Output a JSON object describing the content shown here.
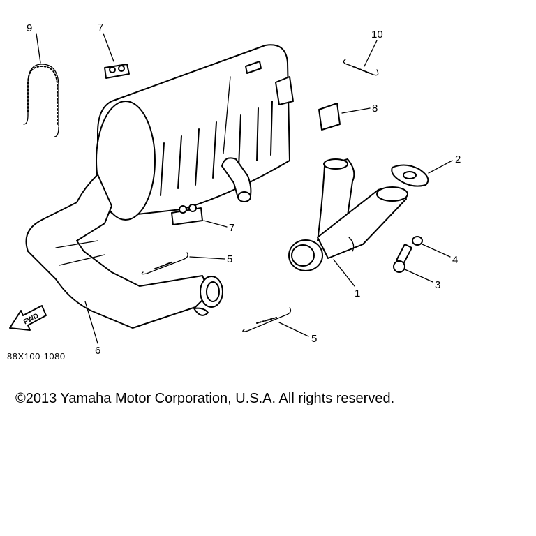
{
  "diagram": {
    "ref_code": "88X100-1080",
    "fwd_label": "FWD",
    "callouts": {
      "spring_long": "9",
      "bracket_top": "7",
      "spring_top_right": "10",
      "damper_right": "8",
      "gasket": "2",
      "bracket_lower": "7",
      "spring_middle": "5",
      "washer": "4",
      "bolt": "3",
      "exhaust_pipe": "1",
      "muffler_pipe": "6",
      "spring_bottom": "5"
    }
  },
  "footer": {
    "copyright": "©2013 Yamaha Motor Corporation, U.S.A. All rights reserved."
  }
}
